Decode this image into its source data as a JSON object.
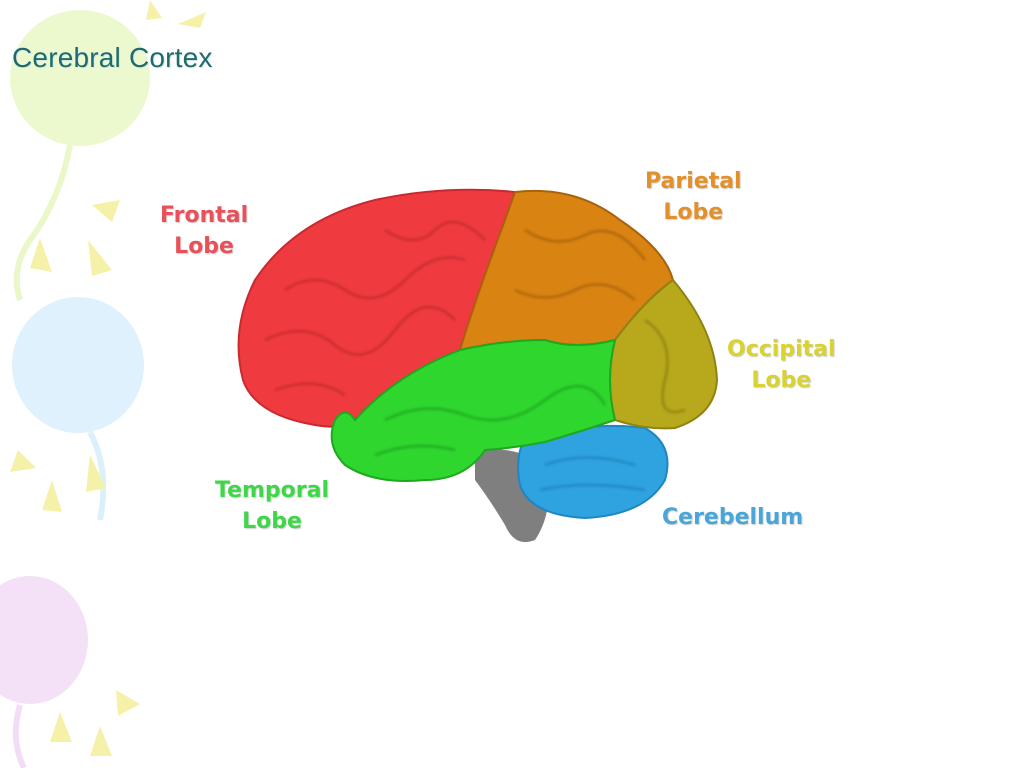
{
  "slide": {
    "title": "Cerebral Cortex"
  },
  "regions": {
    "frontal": {
      "line1": "Frontal",
      "line2": "Lobe",
      "color": "#e8505a",
      "fill": "#ef3b3f"
    },
    "parietal": {
      "line1": "Parietal",
      "line2": "Lobe",
      "color": "#e3902c",
      "fill": "#d98312"
    },
    "occipital": {
      "line1": "Occipital",
      "line2": "Lobe",
      "color": "#d9d230",
      "fill": "#b7a81c"
    },
    "temporal": {
      "line1": "Temporal",
      "line2": "Lobe",
      "color": "#3fd64a",
      "fill": "#2ed62e"
    },
    "cerebellum": {
      "line1": "Cerebellum",
      "color": "#4aa6d8",
      "fill": "#2ea3e0"
    }
  },
  "colors": {
    "title": "#1f6b6b",
    "brainstem": "#7a7a7a"
  }
}
